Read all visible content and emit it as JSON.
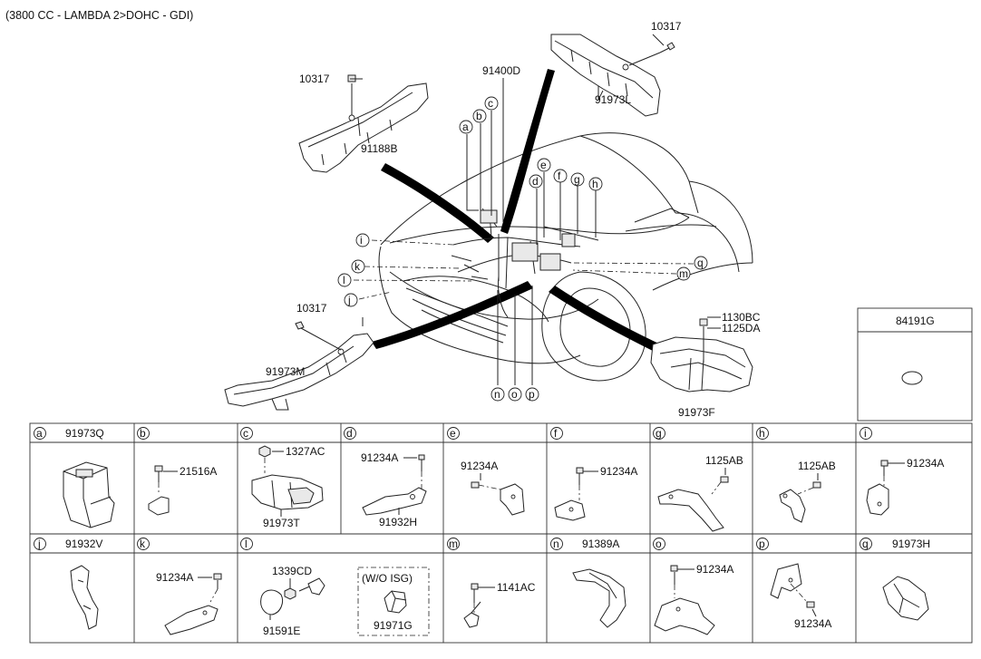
{
  "header": "(3800 CC - LAMBDA 2>DOHC - GDI)",
  "main_labels": {
    "bolt_top_right": "10317",
    "bolt_top_left": "10317",
    "bolt_left": "10317",
    "harness_main": "91400D",
    "bracket_right": "91973L",
    "bracket_left": "91188B",
    "bracket_lower": "91973M",
    "cover_right": "91973F",
    "bolt_cover_1": "1130BC",
    "bolt_cover_2": "1125DA"
  },
  "callouts": [
    "a",
    "b",
    "c",
    "d",
    "e",
    "f",
    "g",
    "h",
    "i",
    "j",
    "k",
    "l",
    "m",
    "n",
    "o",
    "p",
    "q"
  ],
  "side_box": {
    "title": "84191G"
  },
  "cells": [
    {
      "letter": "a",
      "title": "91973Q",
      "labels": []
    },
    {
      "letter": "b",
      "title": "",
      "labels": [
        "21516A"
      ]
    },
    {
      "letter": "c",
      "title": "",
      "labels": [
        "1327AC",
        "91973T"
      ]
    },
    {
      "letter": "d",
      "title": "",
      "labels": [
        "91234A",
        "91932H"
      ]
    },
    {
      "letter": "e",
      "title": "",
      "labels": [
        "91234A"
      ]
    },
    {
      "letter": "f",
      "title": "",
      "labels": [
        "91234A"
      ]
    },
    {
      "letter": "g",
      "title": "",
      "labels": [
        "1125AB"
      ]
    },
    {
      "letter": "h",
      "title": "",
      "labels": [
        "1125AB"
      ]
    },
    {
      "letter": "i",
      "title": "",
      "labels": [
        "91234A"
      ]
    },
    {
      "letter": "j",
      "title": "91932V",
      "labels": []
    },
    {
      "letter": "k",
      "title": "",
      "labels": [
        "91234A"
      ]
    },
    {
      "letter": "l",
      "title": "",
      "labels": [
        "1339CD",
        "91591E",
        "(W/O ISG)",
        "91971G"
      ]
    },
    {
      "letter": "m",
      "title": "",
      "labels": [
        "1141AC"
      ]
    },
    {
      "letter": "n",
      "title": "91389A",
      "labels": []
    },
    {
      "letter": "o",
      "title": "",
      "labels": [
        "91234A"
      ]
    },
    {
      "letter": "p",
      "title": "",
      "labels": [
        "91234A"
      ]
    },
    {
      "letter": "q",
      "title": "91973H",
      "labels": []
    }
  ]
}
